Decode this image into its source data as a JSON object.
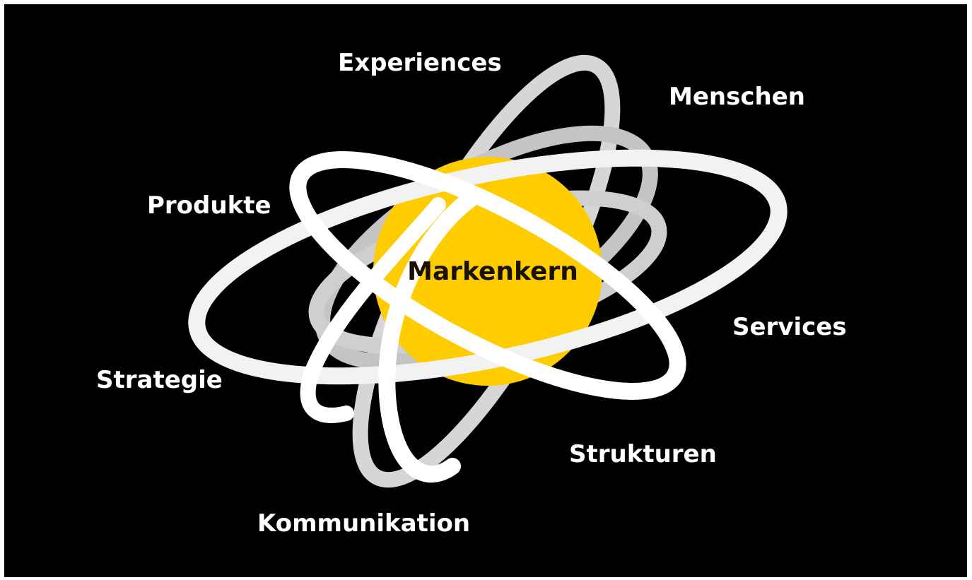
{
  "diagram": {
    "core": {
      "label": "Markenkern",
      "color": "#FFCC00"
    },
    "ring_color_light": "#FFFFFF",
    "ring_color_mid": "#D9D9D9",
    "ring_color_dark": "#BDBDBD",
    "labels": {
      "experiences": "Experiences",
      "menschen": "Menschen",
      "produkte": "Produkte",
      "services": "Services",
      "strategie": "Strategie",
      "strukturen": "Strukturen",
      "kommunikation": "Kommunikation"
    }
  }
}
